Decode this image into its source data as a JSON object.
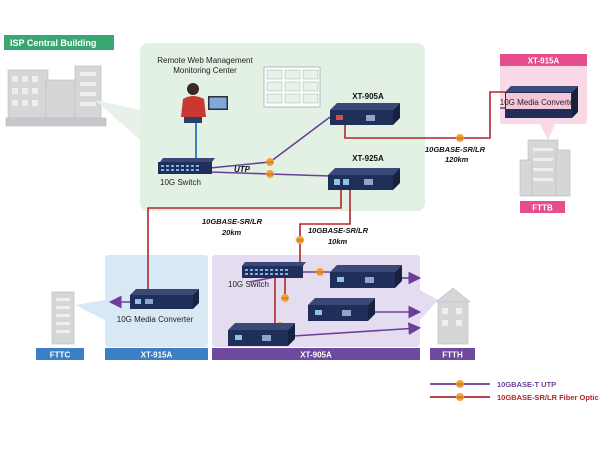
{
  "labels": {
    "isp_central": "ISP Central Building",
    "remote_mgmt_line1": "Remote Web Management",
    "remote_mgmt_line2": "Monitoring Center",
    "xt905a_top": "XT-905A",
    "xt925a": "XT-925A",
    "xt915a_top": "XT-915A",
    "media_conv_top": "10G Media Converter",
    "fttb": "FTTB",
    "utp": "UTP",
    "switch_top": "10G Switch",
    "fiber_120_1": "10GBASE-SR/LR",
    "fiber_120_2": "120km",
    "fiber_20_1": "10GBASE-SR/LR",
    "fiber_20_2": "20km",
    "fiber_10_1": "10GBASE-SR/LR",
    "fiber_10_2": "10km",
    "switch_bottom": "10G Switch",
    "media_conv_bottom": "10G Media Converter",
    "fttc": "FTTC",
    "xt915a_bottom": "XT-915A",
    "xt905a_bottom": "XT-905A",
    "ftth": "FTTH",
    "legend_utp": "10GBASE-T UTP",
    "legend_fiber": "10GBASE-SR/LR Fiber Optic"
  },
  "badge_text": "10G",
  "colors": {
    "green_tag": "#3aa672",
    "green_panel": "#e3f0e4",
    "pink_tag": "#e64d8d",
    "pink_panel": "#f8d9e5",
    "blue_tag": "#3b7fc4",
    "blue_panel": "#d9e8f5",
    "purple_tag": "#6e4a9e",
    "purple_panel": "#e4dcef",
    "utp_line": "#6b3f99",
    "fiber_line": "#b3262b",
    "badge": "#f3a43b",
    "device": "#1f2f5a"
  }
}
